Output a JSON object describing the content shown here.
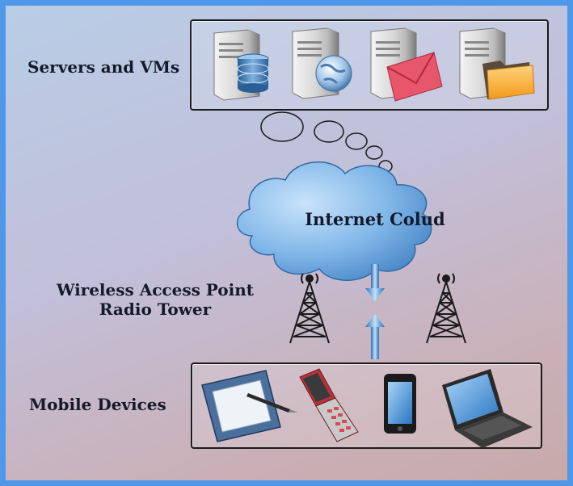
{
  "labels": {
    "servers": "Servers and VMs",
    "wireless_line1": "Wireless Access Point",
    "wireless_line2": "Radio Tower",
    "mobile": "Mobile Devices",
    "cloud": "Internet Colud"
  },
  "servers": [
    {
      "name": "database-server-icon"
    },
    {
      "name": "web-server-icon"
    },
    {
      "name": "mail-server-icon"
    },
    {
      "name": "file-server-icon"
    }
  ],
  "devices": [
    {
      "name": "tablet-pen-icon"
    },
    {
      "name": "flip-phone-icon"
    },
    {
      "name": "smartphone-icon"
    },
    {
      "name": "laptop-icon"
    }
  ],
  "colors": {
    "background": "#c2bfd9",
    "border": "#4f97e8",
    "cloud": "#6fa8de",
    "tower": "#1a1a1a",
    "arrow": "#3d7fc4"
  }
}
